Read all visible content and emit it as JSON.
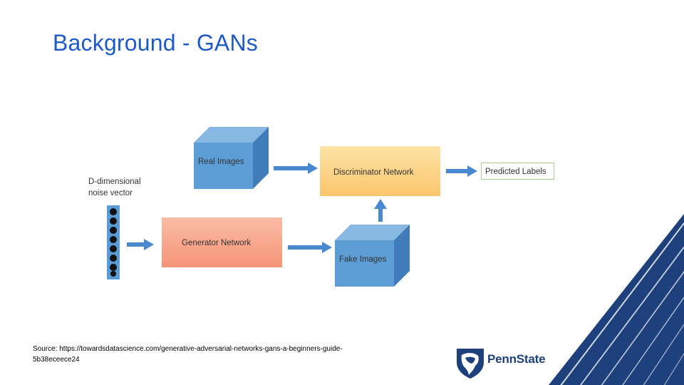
{
  "slide": {
    "title": "Background - GANs",
    "source_line1": "Source: https://towardsdatascience.com/generative-adversarial-networks-gans-a-beginners-guide-",
    "source_line2": "5b38eceece24"
  },
  "diagram": {
    "noise_label_line1": "D-dimensional",
    "noise_label_line2": "noise vector",
    "real_images": "Real Images",
    "discriminator": "Discriminator Network",
    "predicted_labels": "Predicted Labels",
    "generator": "Generator Network",
    "fake_images": "Fake Images"
  },
  "logo": {
    "text": "PennState"
  },
  "colors": {
    "title": "#1e5bc6",
    "cube_front": "#5b9bd5",
    "cube_top": "#7fb3e0",
    "cube_side": "#3e7bb8",
    "discriminator_fill": "#fdd38a",
    "generator_fill": "#f7a58c",
    "arrow": "#4a89cf",
    "penn_state_navy": "#1e407c"
  },
  "icons": [
    "lion-shield-icon",
    "right-arrow-icon",
    "up-arrow-icon",
    "noise-vector-dot-icon"
  ]
}
